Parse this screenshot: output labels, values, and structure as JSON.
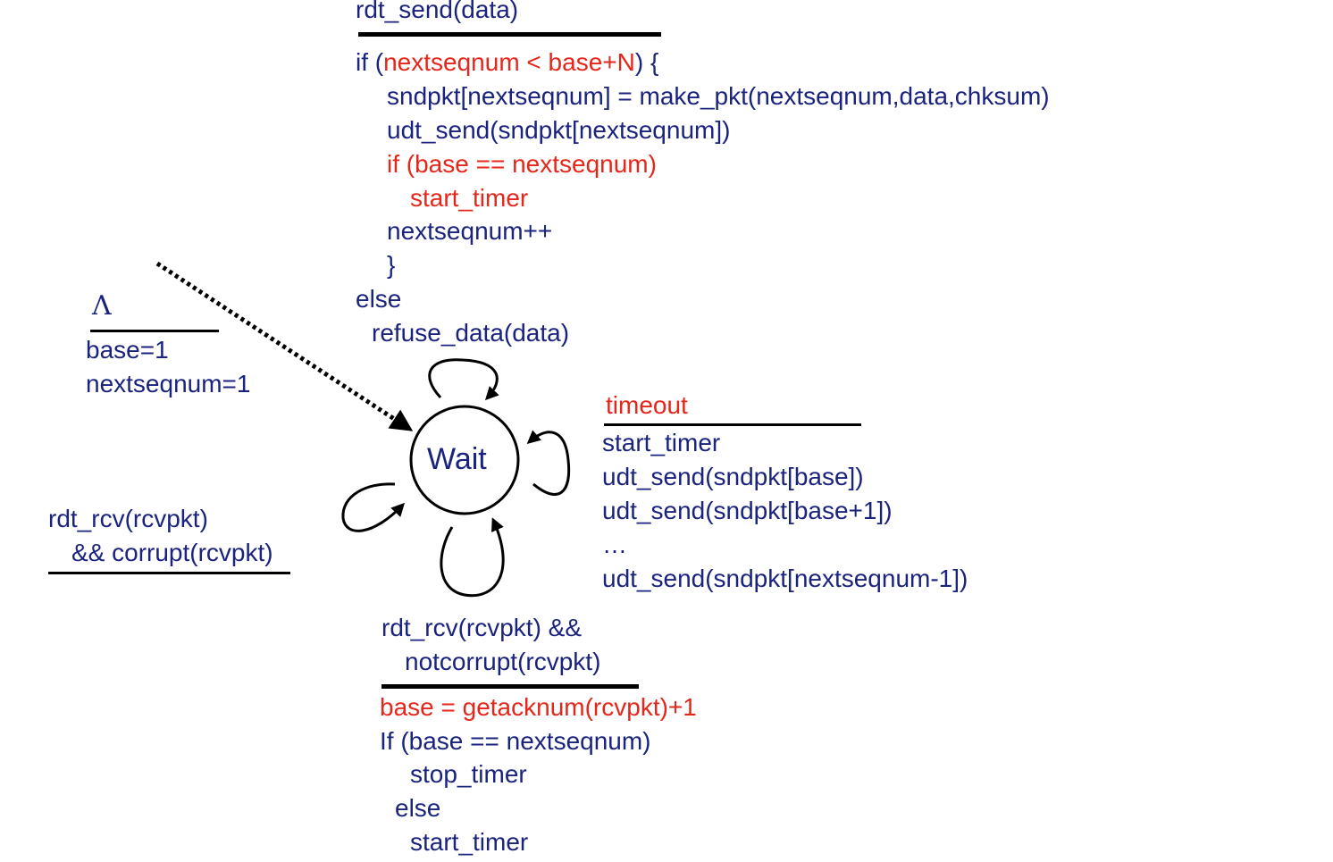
{
  "state": {
    "label": "Wait"
  },
  "colors": {
    "code": "#1a237e",
    "highlight": "#e5261a",
    "rules": "#000000"
  },
  "init": {
    "event": "Λ",
    "actions": [
      "base=1",
      "nextseqnum=1"
    ]
  },
  "send_transition": {
    "event": "rdt_send(data)",
    "if_keyword": "if (",
    "condition": "nextseqnum < base+N",
    "if_tail": ") {",
    "body": [
      "sndpkt[nextseqnum] = make_pkt(nextseqnum,data,chksum)",
      "udt_send(sndpkt[nextseqnum])"
    ],
    "inner_if": "if (base == nextseqnum)",
    "inner_action": "start_timer",
    "increment": "nextseqnum++",
    "close_brace": "}",
    "else_keyword": "else",
    "else_action": "refuse_data(data)"
  },
  "timeout_transition": {
    "event": "timeout",
    "actions": [
      "start_timer",
      "udt_send(sndpkt[base])",
      "udt_send(sndpkt[base+1])",
      "…",
      "udt_send(sndpkt[nextseqnum-1])"
    ]
  },
  "corrupt_transition": {
    "event_lines": [
      "rdt_rcv(rcvpkt)",
      "&& corrupt(rcvpkt)"
    ]
  },
  "ack_transition": {
    "event_lines": [
      "rdt_rcv(rcvpkt) &&",
      "notcorrupt(rcvpkt)"
    ],
    "update": "base = getacknum(rcvpkt)+1",
    "if_line": "If (base == nextseqnum)",
    "then_action": "stop_timer",
    "else_keyword": "else",
    "else_action": "start_timer"
  }
}
